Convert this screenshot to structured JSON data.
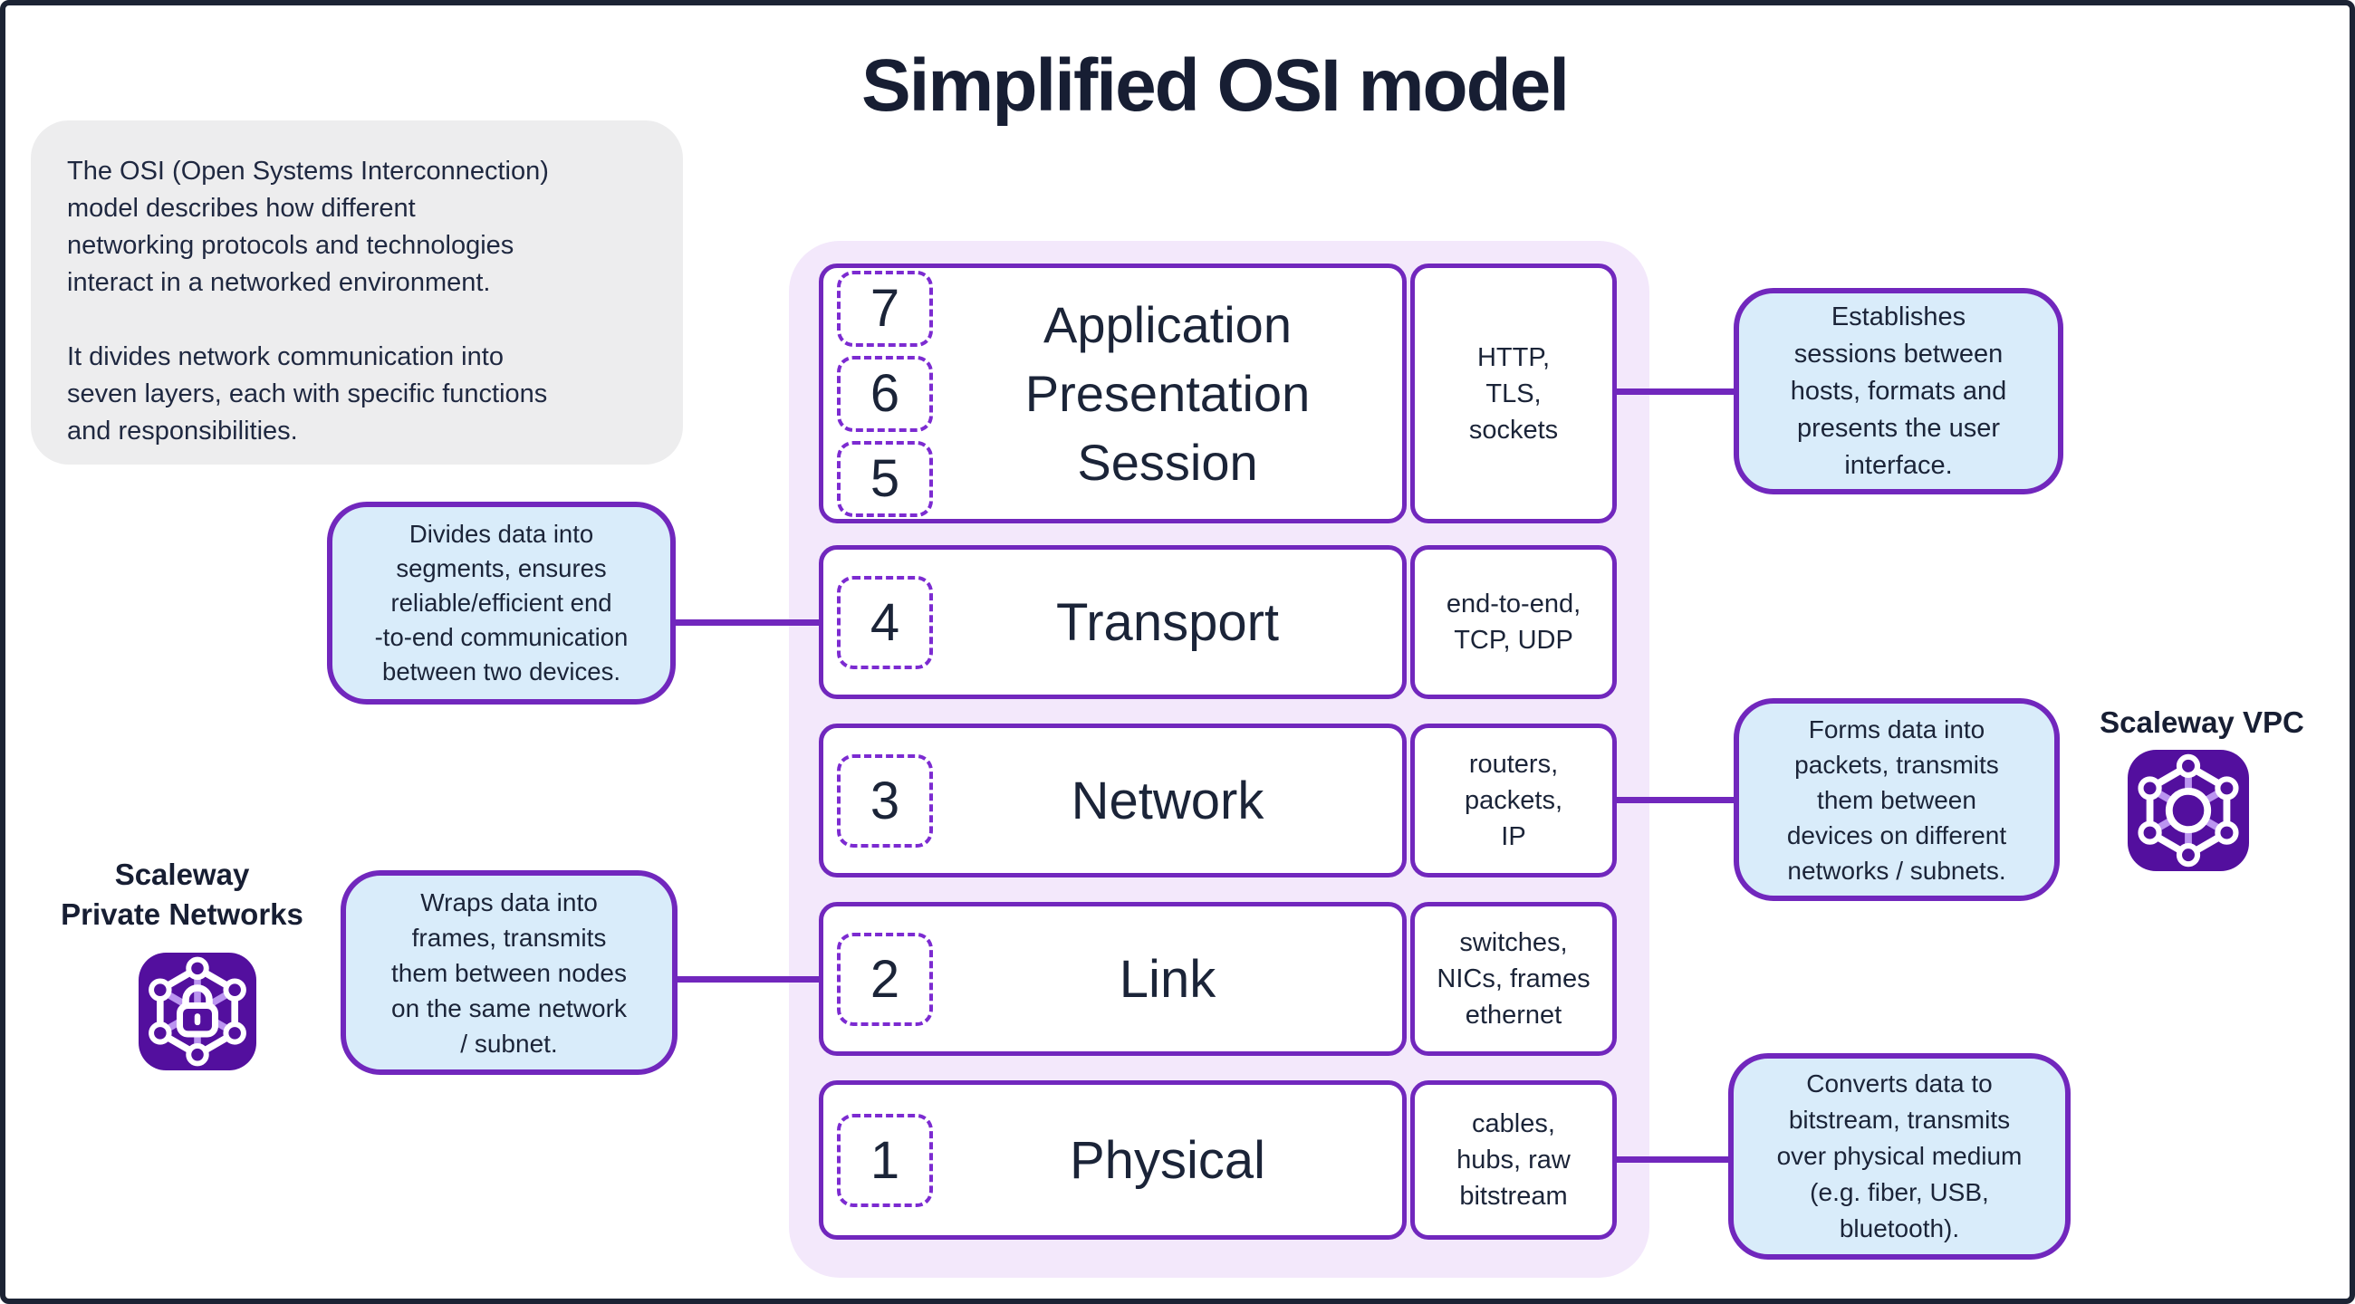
{
  "title": "Simplified OSI model",
  "intro_text": "The OSI (Open Systems Interconnection)\nmodel describes how different\nnetworking protocols and technologies\ninteract in a networked environment.\n\nIt divides network communication into\nseven layers, each with specific functions\nand responsibilities.",
  "layers": [
    {
      "numbers": [
        "7",
        "6",
        "5"
      ],
      "name": "Application\nPresentation\nSession",
      "protocols": "HTTP,\nTLS,\nsockets"
    },
    {
      "numbers": [
        "4"
      ],
      "name": "Transport",
      "protocols": "end-to-end,\nTCP, UDP"
    },
    {
      "numbers": [
        "3"
      ],
      "name": "Network",
      "protocols": "routers,\npackets,\nIP"
    },
    {
      "numbers": [
        "2"
      ],
      "name": "Link",
      "protocols": "switches,\nNICs, frames\nethernet"
    },
    {
      "numbers": [
        "1"
      ],
      "name": "Physical",
      "protocols": "cables,\nhubs, raw\nbitstream"
    }
  ],
  "callouts": {
    "session": "Establishes\nsessions between\nhosts, formats and\npresents the user\ninterface.",
    "transport": "Divides data into\nsegments, ensures\nreliable/efficient end\n-to-end communication\nbetween two devices.",
    "network": "Forms data into\npackets, transmits\nthem between\ndevices on different\nnetworks / subnets.",
    "link": "Wraps data into\nframes, transmits\nthem between nodes\non the same network\n/ subnet.",
    "physical": "Converts data to\nbitstream, transmits\nover physical medium\n(e.g. fiber, USB,\nbluetooth)."
  },
  "brands": {
    "vpc_label": "Scaleway VPC",
    "private_networks_label": "Scaleway\nPrivate Networks"
  },
  "colors": {
    "purple_border": "#7127bd",
    "purple_dashed": "#7c2bd1",
    "lavender_container": "#f3e8fb",
    "callout_blue_fill": "#d9ecfa",
    "navy_text": "#1b2438",
    "icon_deep_purple": "#530f9e",
    "icon_spoke_purple": "#bb95f0",
    "intro_gray_fill": "#ededee",
    "frame_border": "#1c2334"
  }
}
